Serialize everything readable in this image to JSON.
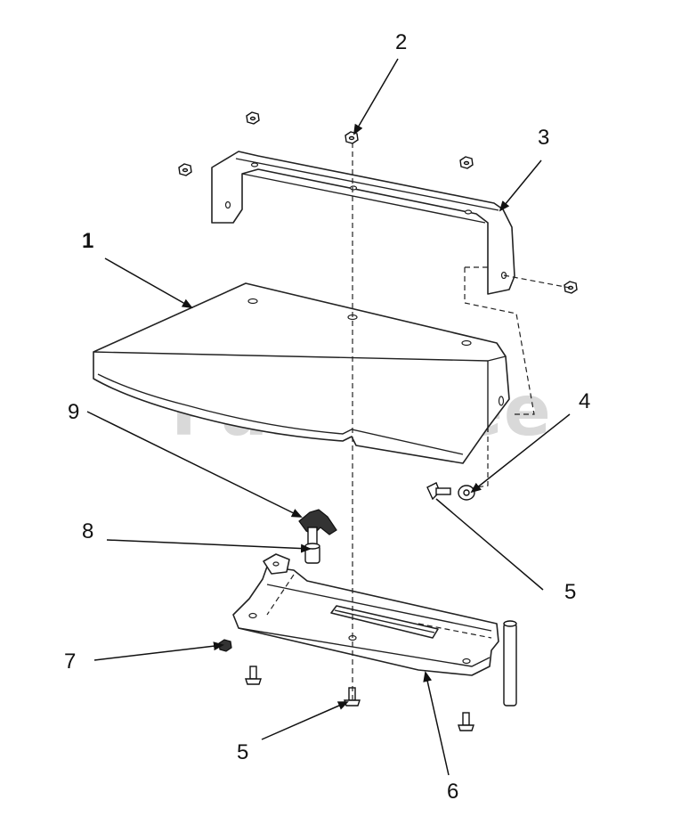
{
  "watermark": {
    "text": "PartsTree",
    "trademark": "™"
  },
  "callouts": [
    {
      "id": "c2",
      "label": "2"
    },
    {
      "id": "c3",
      "label": "3"
    },
    {
      "id": "c1",
      "label": "1"
    },
    {
      "id": "c9",
      "label": "9"
    },
    {
      "id": "c4",
      "label": "4"
    },
    {
      "id": "c8",
      "label": "8"
    },
    {
      "id": "c5a",
      "label": "5"
    },
    {
      "id": "c7",
      "label": "7"
    },
    {
      "id": "c5b",
      "label": "5"
    },
    {
      "id": "c6",
      "label": "6"
    }
  ],
  "colors": {
    "line": "#222222",
    "watermark": "#d9d9d9",
    "background": "#ffffff"
  }
}
